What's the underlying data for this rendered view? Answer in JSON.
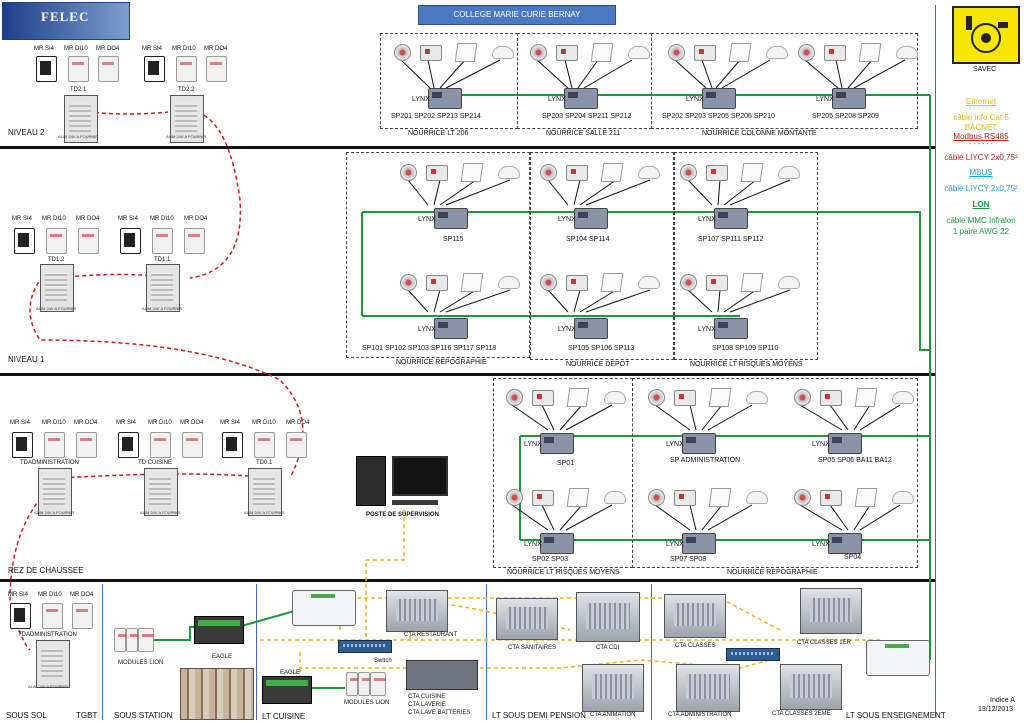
{
  "header": {
    "title": "COLLEGE MARIE CURIE BERNAY",
    "logo_text": "FELEC",
    "brand_label": "SAVEC"
  },
  "legend": {
    "ethernet": "Ethernet",
    "ethernet_cable": "câble info Cat 5",
    "bacnet": "BACNET",
    "modbus": "Modbus RS485",
    "modbus_cable": "câble LIYCY 2x0,75²",
    "mbus": "MBUS",
    "mbus_cable": "câble LIYCY 2x0,75²",
    "lon": "LON",
    "lon_cable": "câble MMC Infralon",
    "lon_cable2": "1 paire AWG 22",
    "colors": {
      "ethernet": "#f2b01e",
      "modbus": "#d01818",
      "mbus": "#1aa0d8",
      "lon": "#1c9a3a"
    }
  },
  "levels": {
    "niveau2": "NIVEAU 2",
    "niveau1": "NIVEAU 1",
    "rdc": "REZ DE CHAUSSEE",
    "sous_sol": "SOUS SOL",
    "tgbt": "TGBT",
    "sous_station": "SOUS STATION",
    "lt_cuisine": "LT CUISINE",
    "lt_demi_pension": "LT SOUS DEMI PENSION",
    "lt_enseignement": "LT SOUS ENSEIGNEMENT"
  },
  "module_labels": {
    "si4": "MR SI4",
    "di10": "MR DI10",
    "do4": "MR DO4"
  },
  "power_note": "ALIM 24V A FOURNIR",
  "panels": {
    "td21": "TD2.1",
    "td22": "TD2.2",
    "td12": "TD1.2",
    "td11": "TD1.1",
    "tdadmin": "TDADMINISTRATION",
    "tdcuisine": "TD CUISINE",
    "td01": "TD0.1",
    "tdadmin_ss": "TDADMINISTRATION"
  },
  "lynx_label": "LYNX",
  "zones": {
    "z206": {
      "caption": "NOURRICE LT 206",
      "rooms": "SP201 SP202 SP213 SP214"
    },
    "z211": {
      "caption": "NOURRICE SALLE 211",
      "rooms": "SP203 SP204 SP211 SP212"
    },
    "zcol": {
      "caption": "NOURRICE COLONNE MONTANTE",
      "rooms_a": "SP202 SP203 SP205 SP206 SP210",
      "rooms_b": "SP205 SP208 SP209"
    },
    "zrepo1": {
      "caption": "NOURRICE REPOGRAPHIE",
      "rooms_top": "SP115",
      "rooms_bottom": "SP101 SP102 SP103 SP116 SP117 SP118"
    },
    "zdepot": {
      "caption": "NOURRICE DEPOT",
      "rooms_top": "SP104 SP114",
      "rooms_bottom": "SP105 SP106 SP113"
    },
    "zrisq1": {
      "caption": "NOURRICE LT  RISQUES MOYENS",
      "rooms_top": "SP107 SP111 SP112",
      "rooms_bottom": "SP108 SP109 SP110"
    },
    "zrisq0": {
      "caption": "NOURRICE LT  RISQUES MOYENS",
      "rooms_top": "SP01",
      "rooms_bottom": "SP02 SP03"
    },
    "zrepo0": {
      "caption": "NOURRICE REPOGRAPHIE",
      "rooms_a": "SP ADMINISTRATION",
      "rooms_b": "SP05 SP06 BA11 BA12",
      "rooms_c": "SP07 SP08",
      "rooms_d": "SP04"
    }
  },
  "equipment": {
    "supervision": "POSTE DE SUPERVISION",
    "switch": "Switch",
    "modules_lion": "MODULES LION",
    "eagle": "EAGLE",
    "eagle2": "EAGLE",
    "modules_lion2": "MODULES LION",
    "cta_restaurant": "CTA RESTAURANT",
    "cta_sanitaires": "CTA SANITAIRES",
    "cta_cdi": "CTA CDI",
    "cta_classes": "CTA CLASSES",
    "cta_classes_1er": "CTA CLASSES 1ER",
    "cta_animation": "CTA ANIMATION",
    "cta_administration": "CTA ADMINISTRATION",
    "cta_classes_2eme": "CTA CLASSES 2EME",
    "cta_cuisine": "CTA CUISINE",
    "cta_laverie": "CTA LAVERIE",
    "cta_lave": "CTA LAVE BATTERIES"
  },
  "footer": {
    "indice": "Indice A",
    "date": "13/12/2013"
  }
}
